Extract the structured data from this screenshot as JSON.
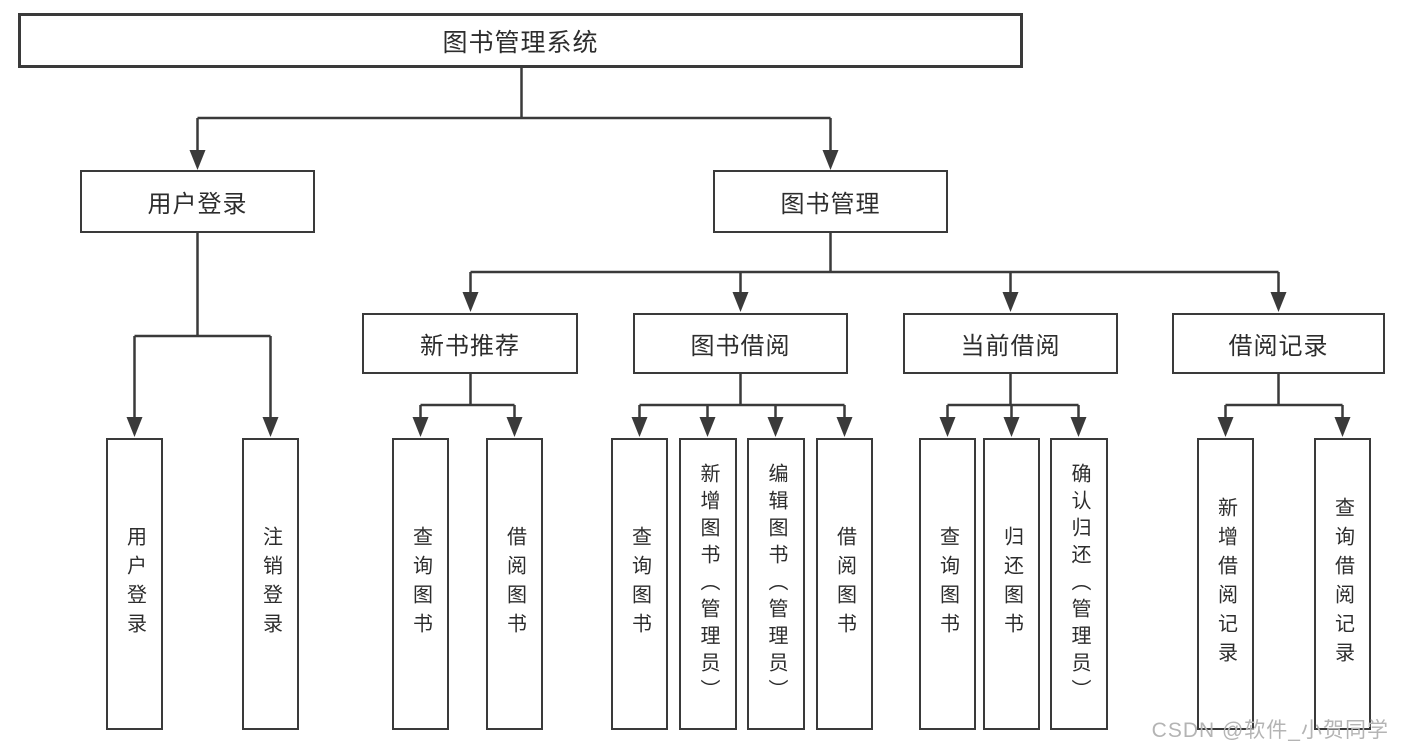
{
  "diagram": {
    "root": {
      "label": "图书管理系统"
    },
    "children": [
      {
        "label": "用户登录",
        "children": [
          {
            "label": "用户登录"
          },
          {
            "label": "注销登录"
          }
        ]
      },
      {
        "label": "图书管理",
        "children": [
          {
            "label": "新书推荐",
            "children": [
              {
                "label": "查询图书"
              },
              {
                "label": "借阅图书"
              }
            ]
          },
          {
            "label": "图书借阅",
            "children": [
              {
                "label": "查询图书"
              },
              {
                "label": "新增图书（管理员）"
              },
              {
                "label": "编辑图书（管理员）"
              },
              {
                "label": "借阅图书"
              }
            ]
          },
          {
            "label": "当前借阅",
            "children": [
              {
                "label": "查询图书"
              },
              {
                "label": "归还图书"
              },
              {
                "label": "确认归还（管理员）"
              }
            ]
          },
          {
            "label": "借阅记录",
            "children": [
              {
                "label": "新增借阅记录"
              },
              {
                "label": "查询借阅记录"
              }
            ]
          }
        ]
      }
    ]
  },
  "watermark": {
    "text": "CSDN @软件_小贺同学"
  },
  "colors": {
    "line": "#3a3a3a",
    "border": "#3a3a3a",
    "text": "#2d2d2d",
    "background": "#ffffff",
    "watermark": "#b4b4b4"
  }
}
